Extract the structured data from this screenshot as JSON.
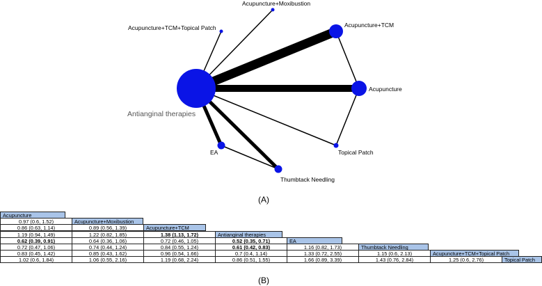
{
  "panel_labels": {
    "a": "(A)",
    "b": "(B)"
  },
  "network": {
    "nodes": [
      {
        "id": "antianginal",
        "label": "Antianginal therapies"
      },
      {
        "id": "acu_moxi",
        "label": "Acupuncture+Moxibustion"
      },
      {
        "id": "acu_tcm_patch",
        "label": "Acupuncture+TCM+Topical Patch"
      },
      {
        "id": "acu_tcm",
        "label": "Acupuncture+TCM"
      },
      {
        "id": "acupuncture",
        "label": "Acupuncture"
      },
      {
        "id": "topical_patch",
        "label": "Topical Patch"
      },
      {
        "id": "ea",
        "label": "EA"
      },
      {
        "id": "thumbtack",
        "label": "Thumbtack Needling"
      }
    ],
    "edges": [
      {
        "from": "antianginal",
        "to": "acu_moxi"
      },
      {
        "from": "antianginal",
        "to": "acu_tcm_patch"
      },
      {
        "from": "antianginal",
        "to": "acu_tcm"
      },
      {
        "from": "antianginal",
        "to": "acupuncture"
      },
      {
        "from": "antianginal",
        "to": "topical_patch"
      },
      {
        "from": "antianginal",
        "to": "ea"
      },
      {
        "from": "antianginal",
        "to": "thumbtack"
      },
      {
        "from": "acu_tcm",
        "to": "acupuncture"
      },
      {
        "from": "acupuncture",
        "to": "topical_patch"
      },
      {
        "from": "ea",
        "to": "thumbtack"
      }
    ]
  },
  "league_table": {
    "treatments": [
      "Acupuncture",
      "Acupuncture+Moxibustion",
      "Acupuncture+TCM",
      "Antianginal therapies",
      "EA",
      "Thumbtack Needling",
      "Acupuncture+TCM+Topical Patch",
      "Topical Patch"
    ],
    "rows": [
      [],
      [
        {
          "text": "0.97 (0.6, 1.52)",
          "bold": false
        }
      ],
      [
        {
          "text": "0.86 (0.63, 1.14)",
          "bold": false
        },
        {
          "text": "0.89 (0.56, 1.39)",
          "bold": false
        }
      ],
      [
        {
          "text": "1.19 (0.94, 1.49)",
          "bold": false
        },
        {
          "text": "1.22 (0.82, 1.85)",
          "bold": false
        },
        {
          "text": "1.38 (1.13, 1.72)",
          "bold": true
        }
      ],
      [
        {
          "text": "0.62 (0.39, 0.91)",
          "bold": true
        },
        {
          "text": "0.64 (0.36, 1.06)",
          "bold": false
        },
        {
          "text": "0.72 (0.46, 1.05)",
          "bold": false
        },
        {
          "text": "0.52 (0.35, 0.71)",
          "bold": true
        }
      ],
      [
        {
          "text": "0.72 (0.47, 1.06)",
          "bold": false
        },
        {
          "text": "0.74 (0.44, 1.24)",
          "bold": false
        },
        {
          "text": "0.84 (0.55, 1.24)",
          "bold": false
        },
        {
          "text": "0.61 (0.42, 0.83)",
          "bold": true
        },
        {
          "text": "1.16 (0.82, 1.73)",
          "bold": false
        }
      ],
      [
        {
          "text": "0.83 (0.45, 1.42)",
          "bold": false
        },
        {
          "text": "0.85 (0.43, 1.62)",
          "bold": false
        },
        {
          "text": "0.96 (0.54, 1.66)",
          "bold": false
        },
        {
          "text": "0.7 (0.4, 1.14)",
          "bold": false
        },
        {
          "text": "1.33 (0.72, 2.55)",
          "bold": false
        },
        {
          "text": "1.15 (0.6, 2.13)",
          "bold": false
        }
      ],
      [
        {
          "text": "1.02 (0.6, 1.84)",
          "bold": false
        },
        {
          "text": "1.06 (0.55, 2.16)",
          "bold": false
        },
        {
          "text": "1.19 (0.68, 2.24)",
          "bold": false
        },
        {
          "text": "0.86 (0.51, 1.55)",
          "bold": false
        },
        {
          "text": "1.66 (0.89, 3.39)",
          "bold": false
        },
        {
          "text": "1.43 (0.76, 2.84)",
          "bold": false
        },
        {
          "text": "1.25 (0.6, 2.76)",
          "bold": false
        }
      ]
    ]
  },
  "colors": {
    "node": "#0a14e6",
    "edge": "#000000",
    "diag_fill": "#a9c4e8"
  }
}
